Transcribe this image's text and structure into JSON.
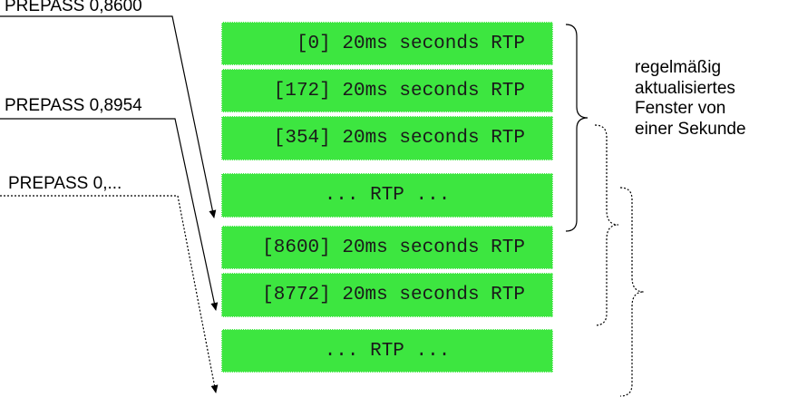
{
  "prepass_labels": [
    {
      "text": "PREPASS 0,8600"
    },
    {
      "text": "PREPASS 0,8954"
    },
    {
      "text": "PREPASS 0,..."
    }
  ],
  "packet_blocks": [
    {
      "label": "[0] 20ms seconds RTP"
    },
    {
      "label": "[172] 20ms seconds RTP"
    },
    {
      "label": "[354] 20ms seconds RTP"
    },
    {
      "label": "... RTP ..."
    },
    {
      "label": "[8600] 20ms seconds RTP"
    },
    {
      "label": "[8772] 20ms seconds RTP"
    },
    {
      "label": "... RTP ..."
    }
  ],
  "window_note": {
    "lines": [
      "regelmäßig",
      "aktualisiertes",
      "Fenster von",
      "einer Sekunde"
    ]
  },
  "colors": {
    "block_fill": "#3de640",
    "line": "#000000"
  }
}
